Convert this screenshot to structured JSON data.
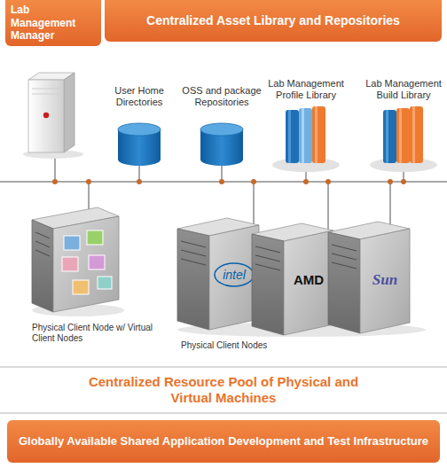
{
  "diagram": {
    "nodes": [
      {
        "text": [
          "Lab Management Manager"
        ]
      },
      {
        "text": [
          "Centralized Asset Library and Repositories"
        ]
      },
      {
        "text": [
          "Globally Available Shared Application Development and Test Infrastructure"
        ]
      }
    ],
    "labels": [
      "User Home Directories",
      "OSS and package Repositories",
      "Lab Management Profile Library",
      "Lab Management Build Library",
      "intel",
      "AMD",
      "Sun",
      "Physical Client Node w/ Virtual Client Nodes",
      "Physical Client Nodes",
      "Centralized Resource Pool of Physical and Virtual Machines"
    ]
  }
}
